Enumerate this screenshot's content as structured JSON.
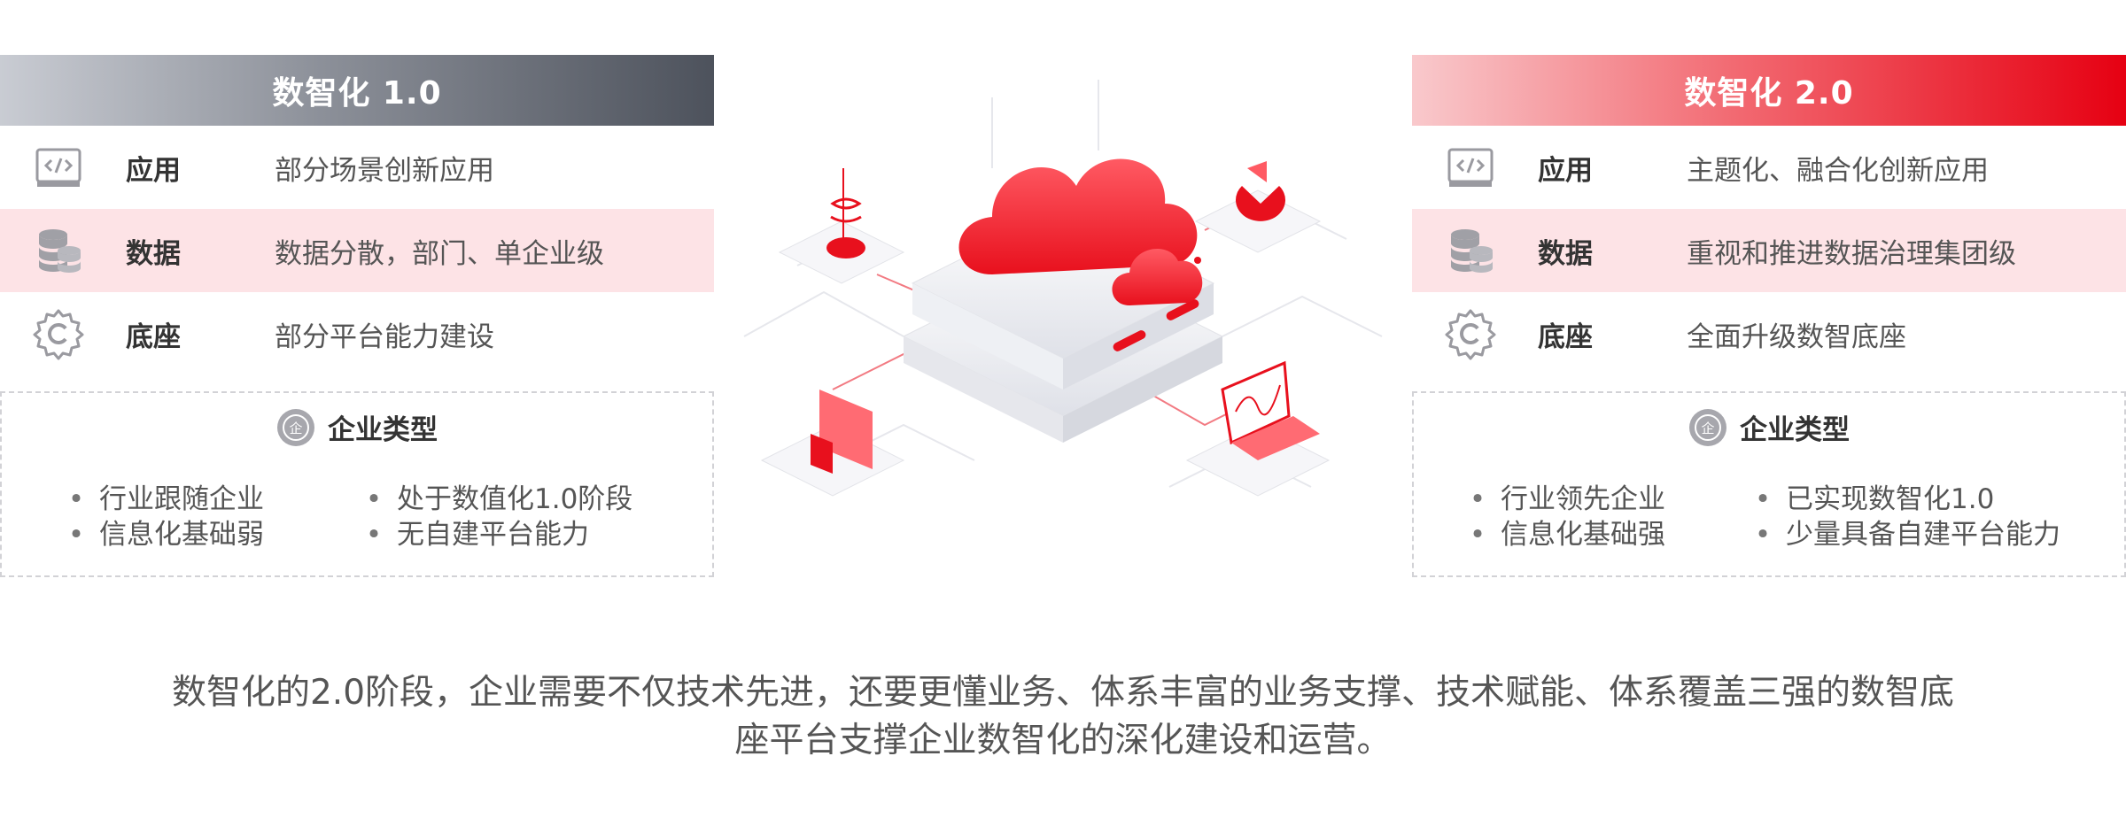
{
  "left": {
    "title": "数智化 1.0",
    "rows": [
      {
        "icon": "code-window-icon",
        "label": "应用",
        "text": "部分场景创新应用"
      },
      {
        "icon": "database-icon",
        "label": "数据",
        "text": "数据分散，部门、单企业级"
      },
      {
        "icon": "gear-icon",
        "label": "底座",
        "text": "部分平台能力建设"
      }
    ],
    "enterprise": {
      "title": "企业类型",
      "col1": [
        "行业跟随企业",
        "信息化基础弱"
      ],
      "col2": [
        "处于数值化1.0阶段",
        "无自建平台能力"
      ]
    }
  },
  "right": {
    "title": "数智化 2.0",
    "rows": [
      {
        "icon": "code-window-icon",
        "label": "应用",
        "text": "主题化、融合化创新应用"
      },
      {
        "icon": "database-icon",
        "label": "数据",
        "text": "重视和推进数据治理集团级"
      },
      {
        "icon": "gear-icon",
        "label": "底座",
        "text": "全面升级数智底座"
      }
    ],
    "enterprise": {
      "title": "企业类型",
      "col1": [
        "行业领先企业",
        "信息化基础强"
      ],
      "col2": [
        "已实现数智化1.0",
        "少量具备自建平台能力"
      ]
    }
  },
  "badge_char": "企",
  "summary": [
    "数智化的2.0阶段，企业需要不仅技术先进，还要更懂业务、体系丰富的业务支撑、技术赋能、体系覆盖三强的数智底",
    "座平台支撑企业数智化的深化建设和运营。"
  ],
  "colors": {
    "accent_red": "#e60012",
    "dark_gray": "#4d525c",
    "highlight": "#fde3e6"
  }
}
